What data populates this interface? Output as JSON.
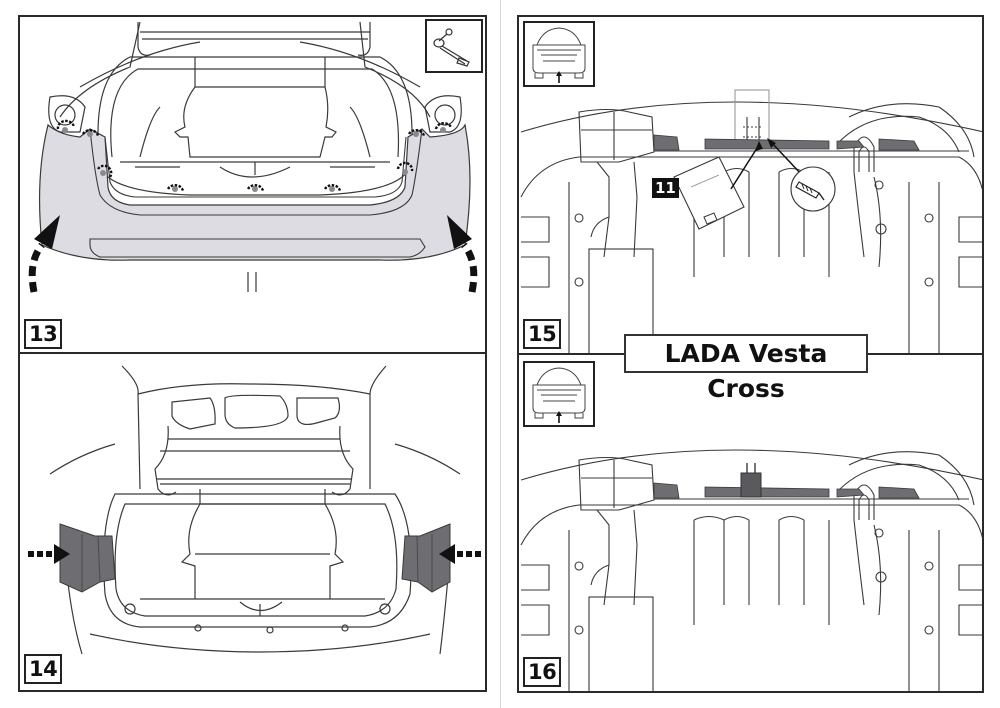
{
  "document": {
    "title": "LADA Vesta Cross",
    "colors": {
      "line": "#3a3a3a",
      "bumper_fill": "#dcdce2",
      "dark_part": "#6e6e72",
      "frame": "#2a2a2a"
    }
  },
  "steps": [
    {
      "number": "13",
      "description": "Rear bumper removal – unscrew fasteners along upper edge, pull bumper ends outward",
      "icons": [
        "socket-wrench-icon",
        "rotate-arrow-icon",
        "curved-arrow-icon"
      ]
    },
    {
      "number": "14",
      "description": "Rear bumper side brackets highlighted, push-in direction arrows",
      "icons": [
        "dashed-arrow-right-icon",
        "dashed-arrow-left-icon"
      ]
    },
    {
      "number": "15",
      "description": "Underbody view – template placement and cutting",
      "callout": "11",
      "icons": [
        "car-rear-view-icon",
        "template-card-icon",
        "utility-knife-icon"
      ]
    },
    {
      "number": "16",
      "description": "Underbody view – bracket installed",
      "icons": [
        "car-rear-view-icon"
      ]
    }
  ]
}
